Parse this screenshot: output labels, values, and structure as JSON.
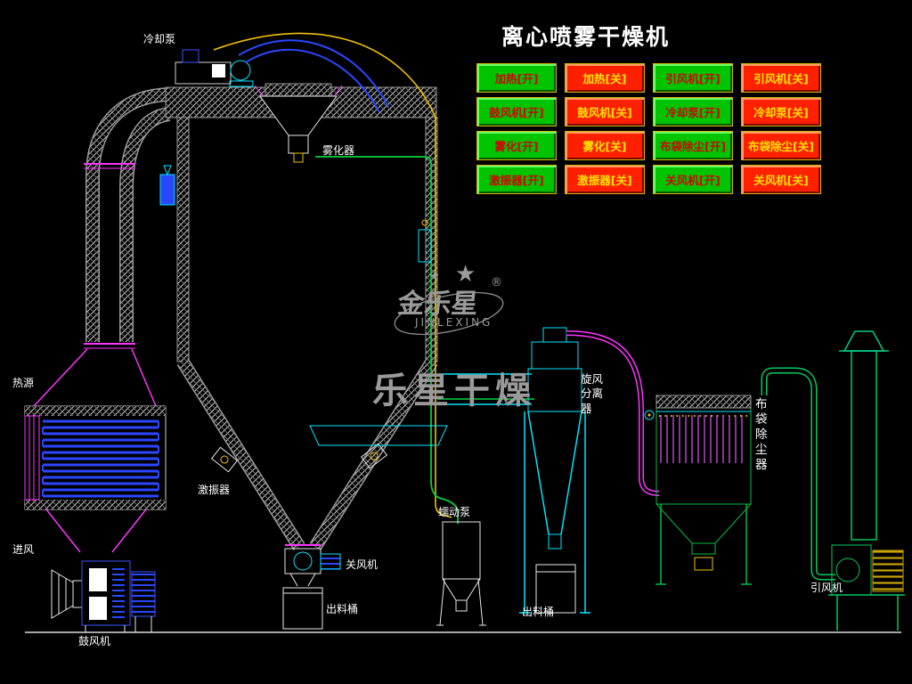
{
  "title": "离心喷雾干燥机",
  "controls": {
    "on_color": "#00c400",
    "off_color": "#ff2000",
    "on_text_color": "#d40000",
    "off_text_color": "#ffe400",
    "buttons": [
      {
        "label": "加热[开]",
        "state": "on"
      },
      {
        "label": "加热[关]",
        "state": "off"
      },
      {
        "label": "引风机[开]",
        "state": "on"
      },
      {
        "label": "引风机[关]",
        "state": "off"
      },
      {
        "label": "鼓风机[开]",
        "state": "on"
      },
      {
        "label": "鼓风机[关]",
        "state": "off"
      },
      {
        "label": "冷却泵[开]",
        "state": "on"
      },
      {
        "label": "冷却泵[关]",
        "state": "off"
      },
      {
        "label": "雾化[开]",
        "state": "on"
      },
      {
        "label": "雾化[关]",
        "state": "off"
      },
      {
        "label": "布袋除尘[开]",
        "state": "on"
      },
      {
        "label": "布袋除尘[关]",
        "state": "off"
      },
      {
        "label": "激振器[开]",
        "state": "on"
      },
      {
        "label": "激振器[关]",
        "state": "off"
      },
      {
        "label": "关风机[开]",
        "state": "on"
      },
      {
        "label": "关风机[关]",
        "state": "off"
      }
    ]
  },
  "diagram_labels": {
    "cooling_pump": "冷却泵",
    "atomizer": "雾化器",
    "heat_source": "热源",
    "air_inlet": "进风",
    "blower": "鼓风机",
    "vibrator": "激振器",
    "rotary_valve": "关风机",
    "discharge_barrel_left": "出料桶",
    "peristaltic_pump": "蠕动泵",
    "discharge_barrel_right": "出料桶",
    "cyclone": "旋风分离器",
    "bag_filter": "布袋除尘器",
    "induced_draft_fan": "引风机"
  },
  "watermark": {
    "star": "★",
    "brand": "金乐星",
    "registered": "®",
    "brand_en": "JINLEXING",
    "slogan": "乐星干燥"
  }
}
